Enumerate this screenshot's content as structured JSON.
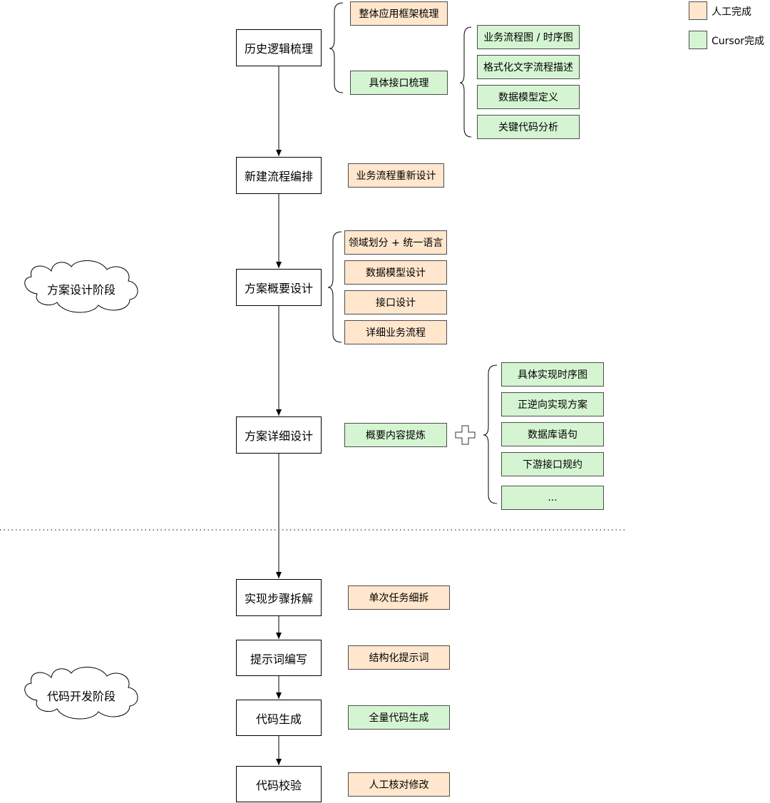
{
  "legend": {
    "manual_label": "人工完成",
    "cursor_label": "Cursor完成",
    "manual_color": "#ffe6cc",
    "cursor_color": "#d5f5d2"
  },
  "phases": {
    "design": "方案设计阶段",
    "dev": "代码开发阶段"
  },
  "stages": {
    "history": "历史逻辑梳理",
    "new_flow": "新建流程编排",
    "overview": "方案概要设计",
    "detail": "方案详细设计",
    "steps": "实现步骤拆解",
    "prompt": "提示词编写",
    "codegen": "代码生成",
    "verify": "代码校验"
  },
  "tasks": {
    "framework": "整体应用框架梳理",
    "api_review": "具体接口梳理",
    "flow_chart": "业务流程图 / 时序图",
    "text_flow": "格式化文字流程描述",
    "model_def": "数据模型定义",
    "key_code": "关键代码分析",
    "redesign": "业务流程重新设计",
    "domain": "领域划分 + 统一语言",
    "model_design": "数据模型设计",
    "api_design": "接口设计",
    "biz_flow": "详细业务流程",
    "extract": "概要内容提炼",
    "seq_chart": "具体实现时序图",
    "fwd_rev": "正逆向实现方案",
    "db_stmt": "数据库语句",
    "downstream": "下游接口规约",
    "ellipsis": "...",
    "split": "单次任务细拆",
    "structured": "结构化提示词",
    "full_gen": "全量代码生成",
    "review": "人工核对修改"
  }
}
